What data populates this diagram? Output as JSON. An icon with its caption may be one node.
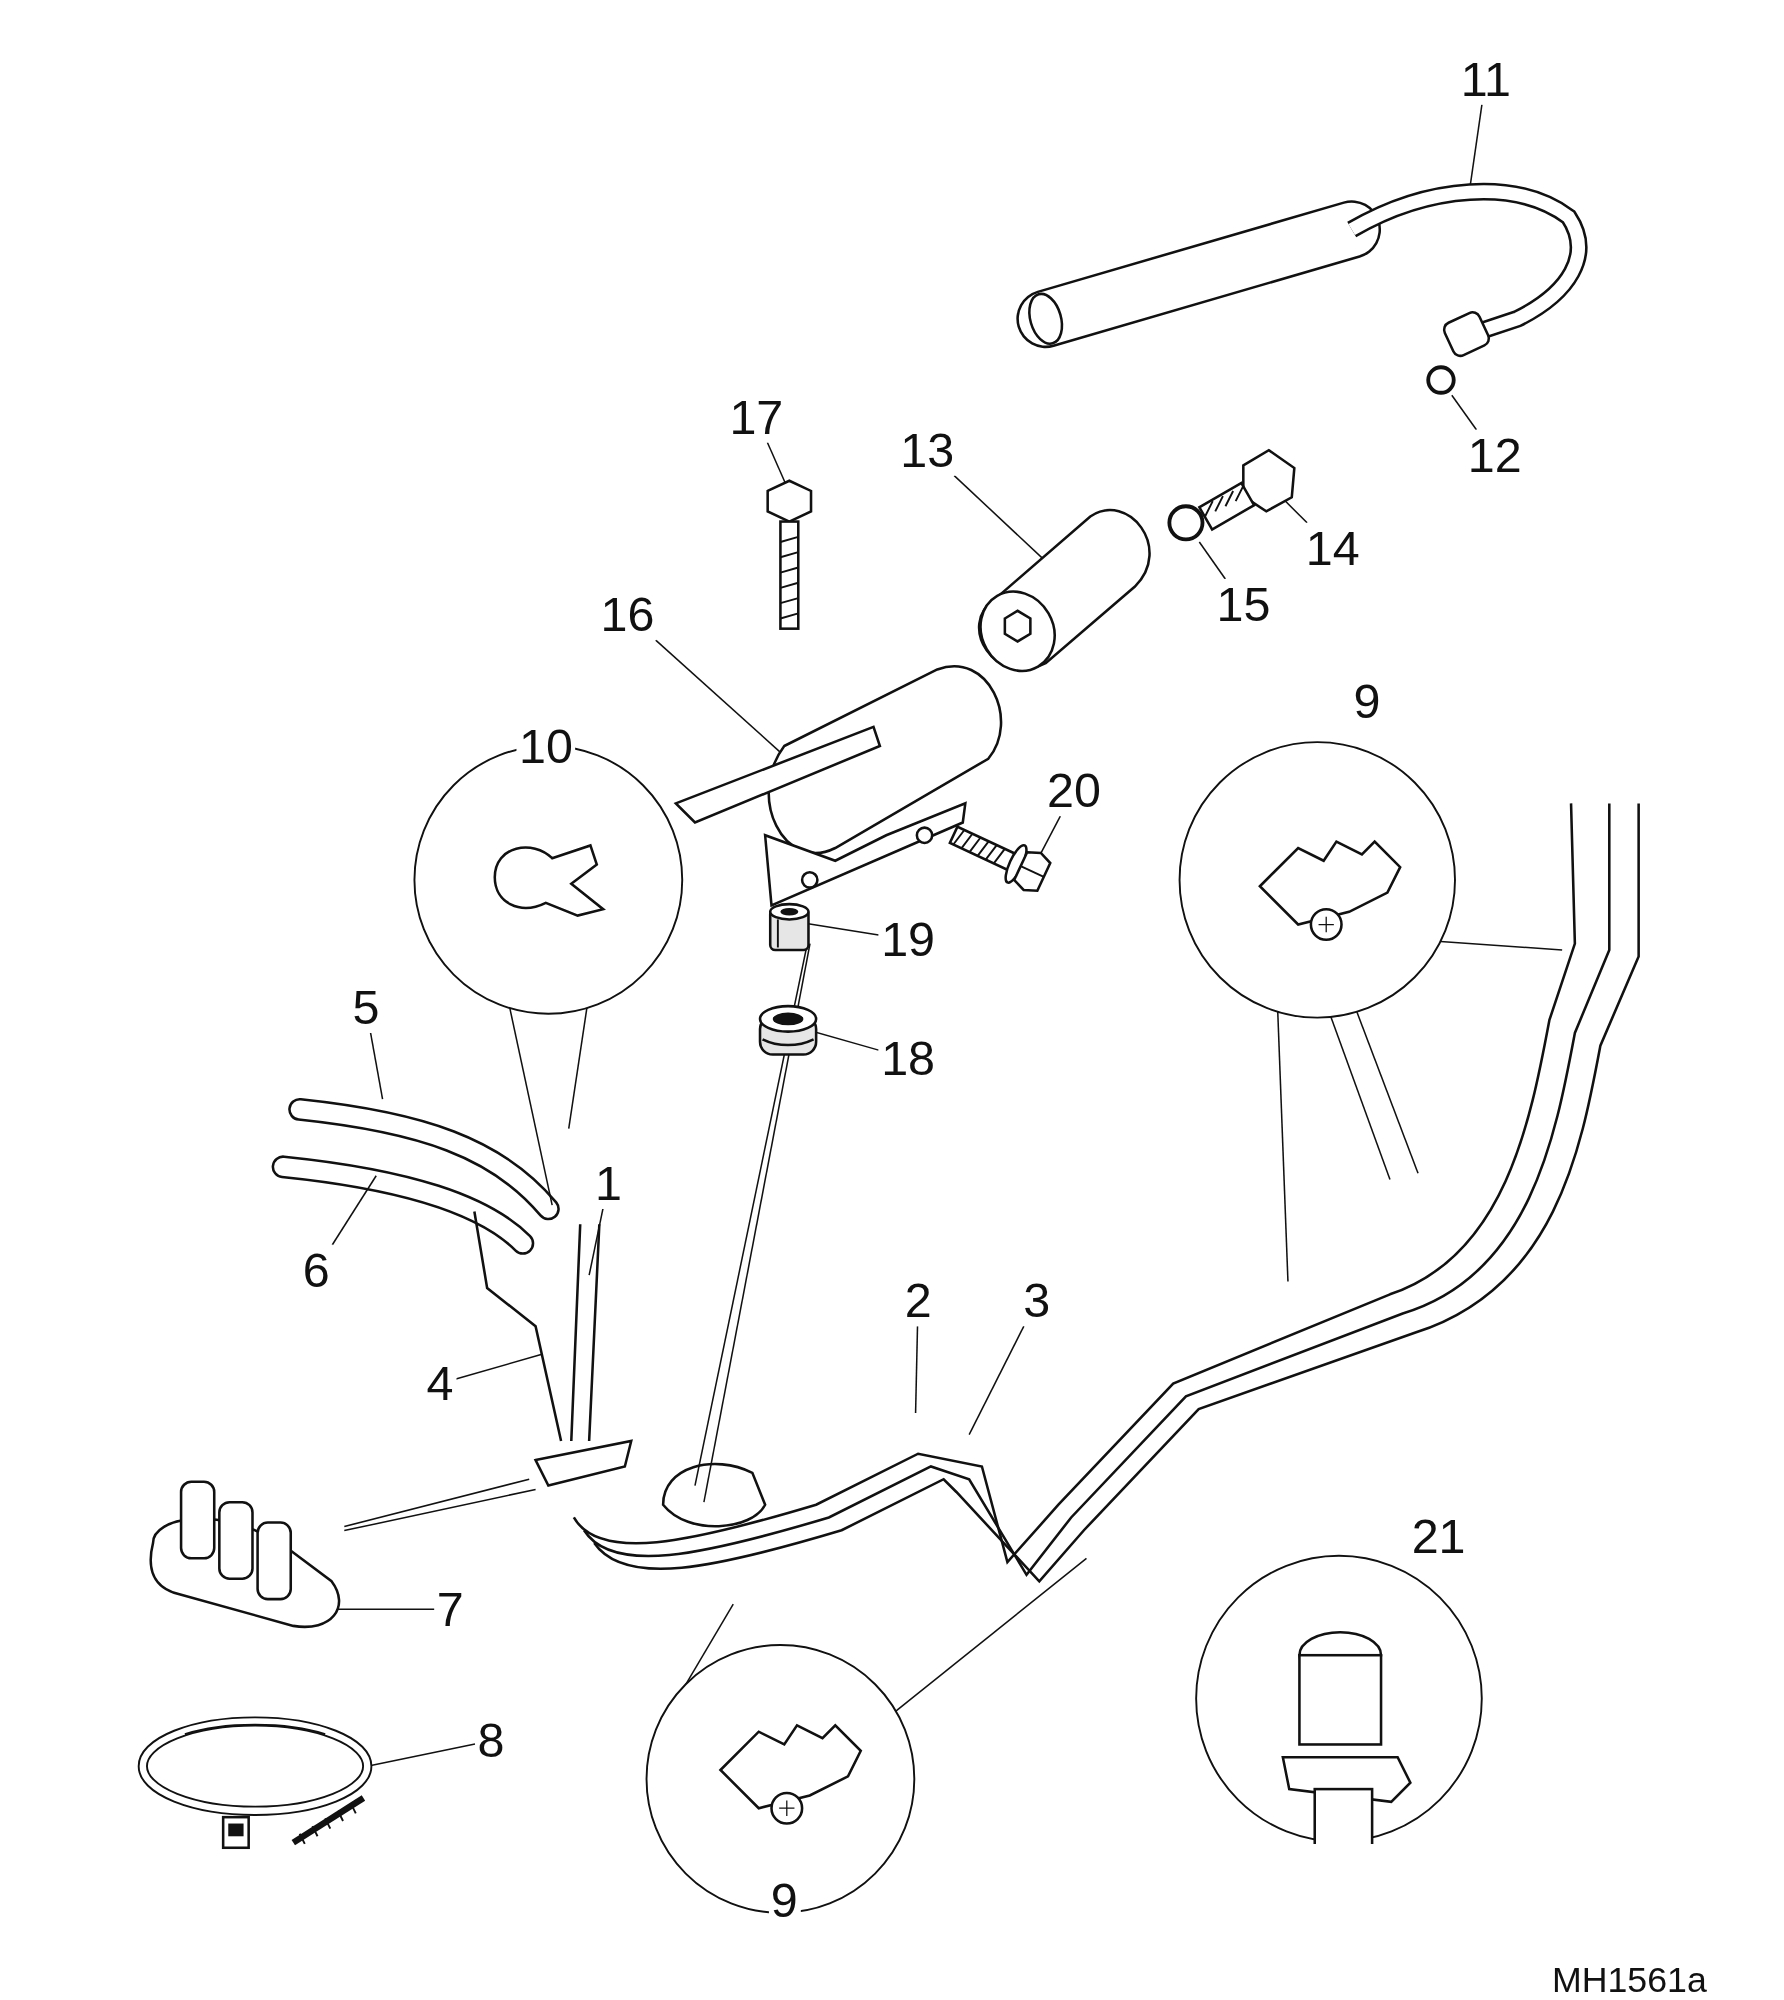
{
  "diagram": {
    "nodes": [
      {
        "text": [
          "11"
        ]
      },
      {
        "text": [],
        "shape": "picture"
      },
      {
        "text": [
          "12"
        ]
      },
      {
        "text": [],
        "shape": "circle"
      },
      {
        "text": [
          "17"
        ]
      },
      {
        "text": [],
        "shape": "picture"
      },
      {
        "text": [
          "13"
        ]
      },
      {
        "text": [],
        "shape": "picture"
      },
      {
        "text": [
          "14"
        ]
      },
      {
        "text": [],
        "shape": "picture"
      },
      {
        "text": [
          "15"
        ]
      },
      {
        "text": [],
        "shape": "circle"
      },
      {
        "text": [
          "16"
        ]
      },
      {
        "text": [],
        "shape": "picture"
      },
      {
        "text": [
          "9"
        ]
      },
      {
        "text": [
          "10"
        ]
      },
      {
        "text": [
          "20"
        ]
      },
      {
        "text": [],
        "shape": "picture"
      },
      {
        "text": [
          "19"
        ]
      },
      {
        "text": [],
        "shape": "picture"
      },
      {
        "text": [
          "18"
        ]
      },
      {
        "text": [],
        "shape": "picture"
      },
      {
        "text": [
          "5"
        ]
      },
      {
        "text": [
          "1"
        ]
      },
      {
        "text": [
          "6"
        ]
      },
      {
        "text": [
          "2"
        ]
      },
      {
        "text": [
          "3"
        ]
      },
      {
        "text": [
          "4"
        ]
      },
      {
        "text": [
          "21"
        ]
      },
      {
        "text": [
          "7"
        ]
      },
      {
        "text": [],
        "shape": "picture"
      },
      {
        "text": [
          "8"
        ]
      },
      {
        "text": [],
        "shape": "picture"
      },
      {
        "text": [
          "9"
        ]
      }
    ],
    "edges": [
      {
        "from": 0,
        "to": 1,
        "arrow": "none"
      },
      {
        "from": 2,
        "to": 3,
        "arrow": "none"
      },
      {
        "from": 4,
        "to": 5,
        "arrow": "none"
      },
      {
        "from": 6,
        "to": 7,
        "arrow": "none"
      },
      {
        "from": 8,
        "to": 9,
        "arrow": "none"
      },
      {
        "from": 10,
        "to": 11,
        "arrow": "none"
      },
      {
        "from": 12,
        "to": 13,
        "arrow": "none"
      },
      {
        "from": 16,
        "to": 17,
        "arrow": "none"
      },
      {
        "from": 18,
        "to": 19,
        "arrow": "none"
      },
      {
        "from": 20,
        "to": 21,
        "arrow": "none"
      },
      {
        "from": 22,
        "to": null,
        "arrow": "none"
      },
      {
        "from": 23,
        "to": null,
        "arrow": "none"
      },
      {
        "from": 24,
        "to": null,
        "arrow": "none"
      },
      {
        "from": 25,
        "to": null,
        "arrow": "none"
      },
      {
        "from": 26,
        "to": null,
        "arrow": "none"
      },
      {
        "from": 27,
        "to": null,
        "arrow": "none"
      },
      {
        "from": 29,
        "to": 30,
        "arrow": "none"
      },
      {
        "from": 31,
        "to": 32,
        "arrow": "none"
      },
      {
        "from": 15,
        "to": null,
        "arrow": "none"
      },
      {
        "from": 15,
        "to": null,
        "arrow": "none"
      },
      {
        "from": 14,
        "to": null,
        "arrow": "none"
      },
      {
        "from": 14,
        "to": null,
        "arrow": "none"
      },
      {
        "from": 14,
        "to": null,
        "arrow": "none"
      },
      {
        "from": 14,
        "to": null,
        "arrow": "none"
      },
      {
        "from": 33,
        "to": null,
        "arrow": "none"
      },
      {
        "from": 33,
        "to": null,
        "arrow": "none"
      },
      {
        "from": 13,
        "to": null,
        "arrow": "none"
      },
      {
        "from": 13,
        "to": null,
        "arrow": "none"
      },
      {
        "from": 30,
        "to": null,
        "arrow": "none"
      },
      {
        "from": 30,
        "to": null,
        "arrow": "none"
      }
    ],
    "labels": [
      "MH1561a"
    ]
  }
}
